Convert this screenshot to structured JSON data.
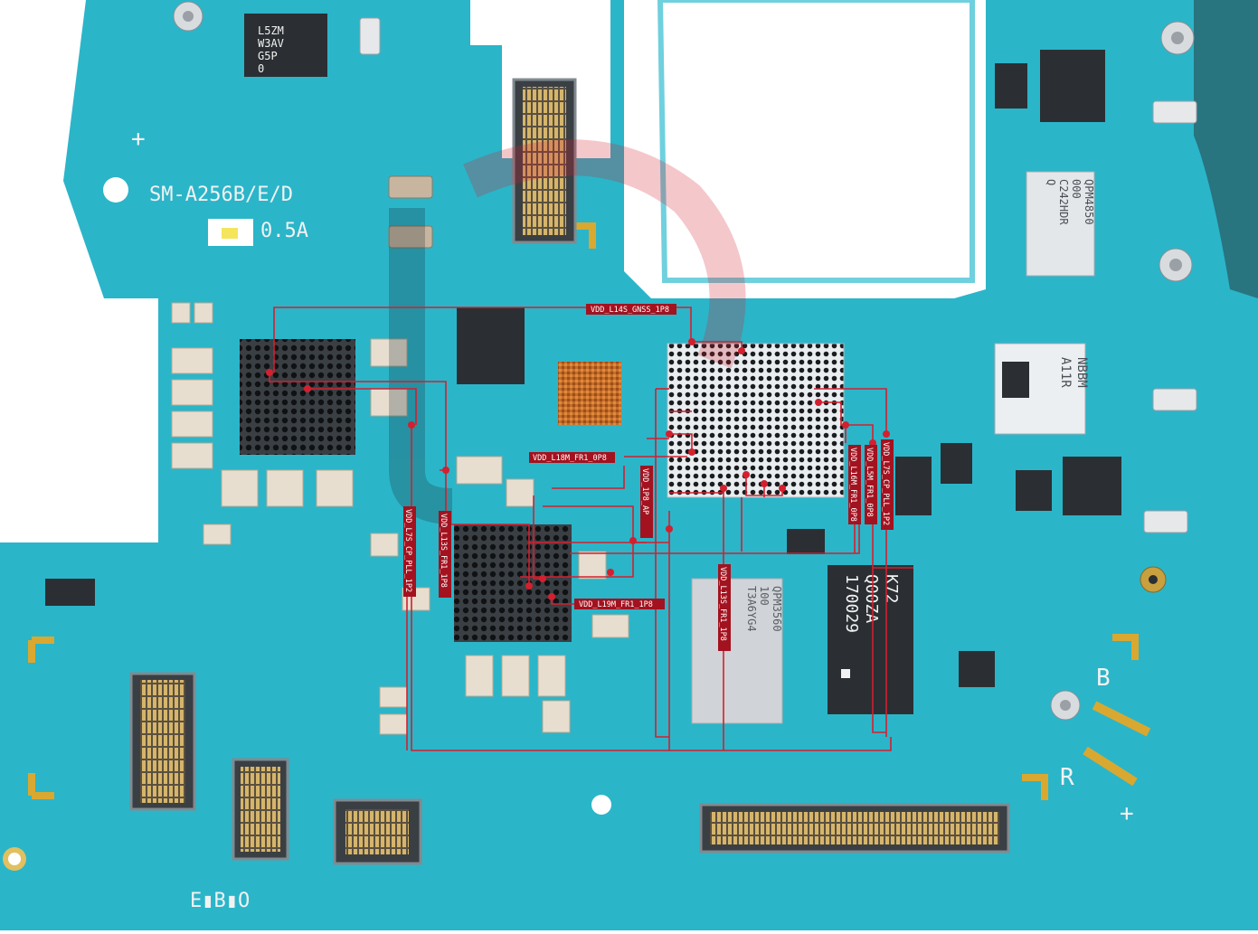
{
  "board": {
    "model": "SM-A256B/E/D",
    "current": "0.5A",
    "markers": [
      "B",
      "R"
    ],
    "footer": "E▮B▮O"
  },
  "chips": {
    "top_left": [
      "L5ZM",
      "W3AV",
      "G5P",
      "0"
    ],
    "qpm_top": [
      "QPM4850",
      "000",
      "C242HDR",
      "Q"
    ],
    "a11r": [
      "NBBM",
      "A11R"
    ],
    "memory": [
      "K72",
      "Q00ZA",
      "170029"
    ],
    "qpm_bottom": [
      "QPM3560",
      "100",
      "T3A6YG4"
    ]
  },
  "nets": [
    {
      "id": "n1",
      "label": "VDD_L14S_GNSS_1P8"
    },
    {
      "id": "n2",
      "label": "VDD_L18M_FR1_0P8"
    },
    {
      "id": "n3",
      "label": "VDD_1P8_AP"
    },
    {
      "id": "n4",
      "label": "VDD_L16M_FR1_0P8"
    },
    {
      "id": "n5",
      "label": "VDD_L5M_FR1_0P8"
    },
    {
      "id": "n6",
      "label": "VDD_L7S_CP_PLL_1P2"
    },
    {
      "id": "n7",
      "label": "VDD_L7S_CP_PLL_1P2"
    },
    {
      "id": "n8",
      "label": "VDD_L13S_FR1_1P8"
    },
    {
      "id": "n9",
      "label": "VDD_L19M_FR1_1P8"
    },
    {
      "id": "n10",
      "label": "VDD_L13S_FR1_1P8"
    }
  ],
  "colors": {
    "pcb": "#2bb5c9",
    "pcb_dark": "#1f9fb4",
    "highlight": "#d2202f",
    "label_bg": "#a3121f"
  }
}
